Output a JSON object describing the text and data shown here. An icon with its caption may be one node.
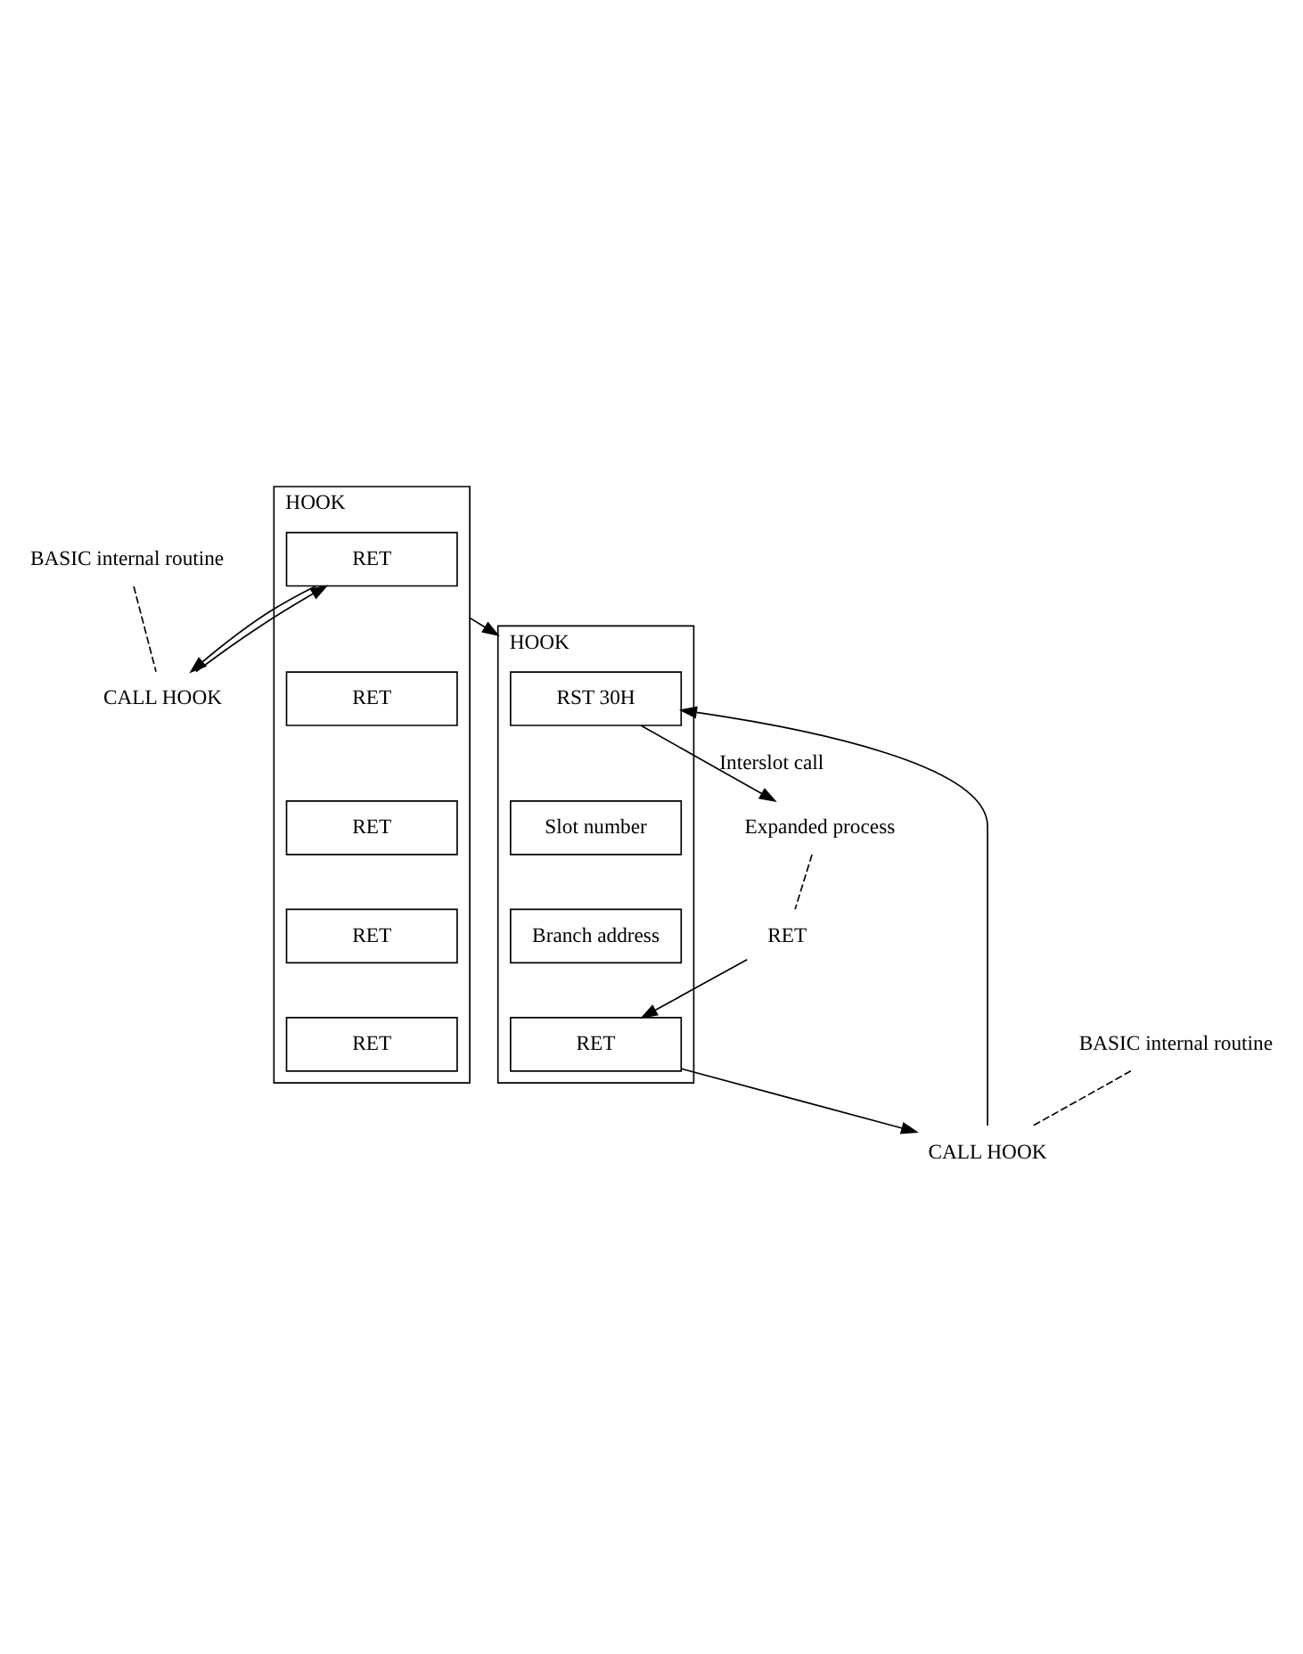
{
  "diagram": {
    "nodes": [
      {
        "text": [
          "BASIC internal routine"
        ]
      },
      {
        "text": [
          "HOOK"
        ]
      },
      {
        "text": [
          "RET"
        ],
        "in": 1
      },
      {
        "text": [
          "RET"
        ],
        "in": 1
      },
      {
        "text": [
          "RET"
        ],
        "in": 1
      },
      {
        "text": [
          "RET"
        ],
        "in": 1
      },
      {
        "text": [
          "RET"
        ],
        "in": 1
      },
      {
        "text": [
          "CALL HOOK"
        ]
      },
      {
        "text": [
          "BASIC internal routine"
        ]
      },
      {
        "text": [
          "HOOK"
        ]
      },
      {
        "text": [
          "RST 30H"
        ],
        "in": 9
      },
      {
        "text": [
          "Slot number"
        ],
        "in": 9
      },
      {
        "text": [
          "Branch address"
        ],
        "in": 9
      },
      {
        "text": [
          "RET"
        ],
        "in": 9
      },
      {
        "text": [
          "Expanded process"
        ]
      },
      {
        "text": [
          "CALL HOOK"
        ]
      },
      {
        "text": [
          "RET"
        ]
      }
    ],
    "edges": [
      {
        "from": 0,
        "to": 7,
        "arrow": "none",
        "style": "dashed"
      },
      {
        "from": 7,
        "to": 2,
        "arrow": "to"
      },
      {
        "from": 2,
        "to": 7,
        "arrow": "to"
      },
      {
        "from": 1,
        "to": 9,
        "arrow": "to"
      },
      {
        "from": 8,
        "to": 15,
        "arrow": "none",
        "style": "dashed"
      },
      {
        "from": 15,
        "to": 10,
        "arrow": "to"
      },
      {
        "from": 10,
        "to": 14,
        "arrow": "to",
        "label": "Interslot call"
      },
      {
        "from": 14,
        "to": 16,
        "arrow": "none",
        "style": "dashed"
      },
      {
        "from": 16,
        "to": 13,
        "arrow": "to"
      },
      {
        "from": 13,
        "to": 15,
        "arrow": "to"
      }
    ]
  }
}
